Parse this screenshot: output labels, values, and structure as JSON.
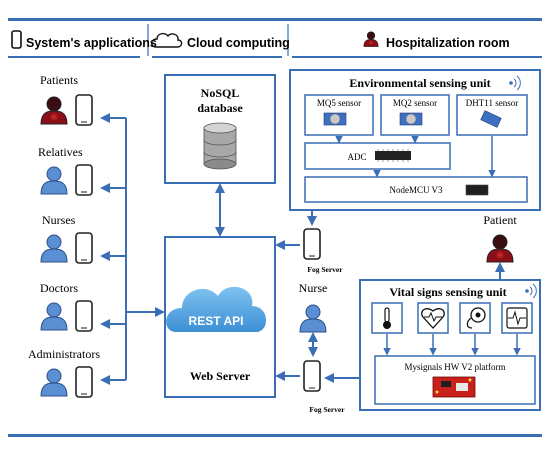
{
  "headers": {
    "apps": "System's applications",
    "cloud": "Cloud computing",
    "room": "Hospitalization room"
  },
  "actors": [
    "Patients",
    "Relatives",
    "Nurses",
    "Doctors",
    "Administrators"
  ],
  "cloud": {
    "database": [
      "NoSQL",
      "database"
    ],
    "rest_api": "REST API",
    "web_server": "Web Server"
  },
  "env_unit": {
    "title": "Environmental sensing unit",
    "sensors": [
      "MQ5 sensor",
      "MQ2 sensor",
      "DHT11 sensor"
    ],
    "adc": "ADC",
    "mcu": "NodeMCU V3"
  },
  "fog_server": "Fog Server",
  "patient": "Patient",
  "nurse": "Nurse",
  "vital_unit": {
    "title": "Vital signs sensing unit",
    "platform": "Mysignals HW V2 platform"
  },
  "colors": {
    "accent": "#3a6fb5",
    "person": "#5b8fd4",
    "patient": "#b0141e"
  }
}
